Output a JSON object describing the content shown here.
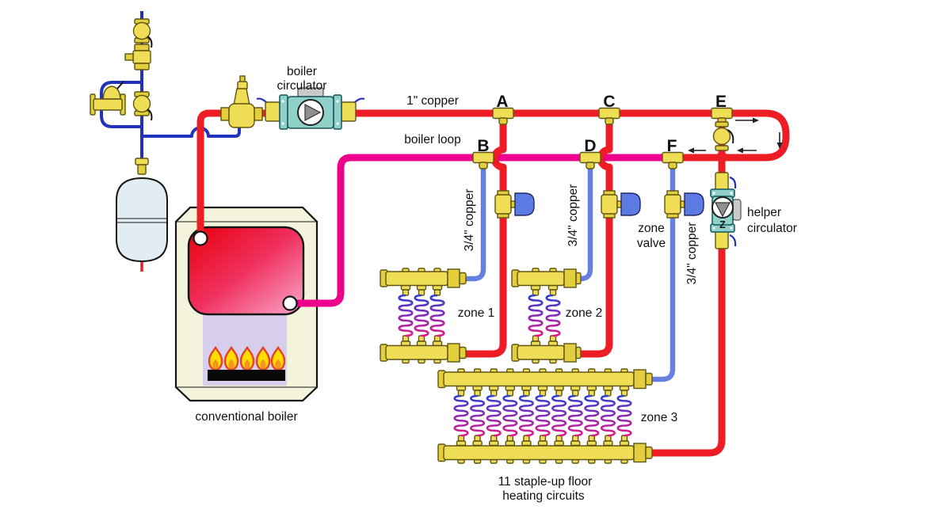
{
  "labels": {
    "boiler_circulator": [
      "boiler",
      "circulator"
    ],
    "helper_circulator": [
      "helper",
      "circulator"
    ],
    "zone_valve": [
      "zone",
      "valve"
    ],
    "staple_up": [
      "11 staple-up floor",
      "heating circuits"
    ],
    "pipe_main": "1\" copper",
    "boiler_loop": "boiler loop",
    "pipe_zone": "3/4\" copper",
    "conventional_boiler": "conventional boiler",
    "pump_marking": "Z",
    "points": {
      "a": "A",
      "b": "B",
      "c": "C",
      "d": "D",
      "e": "E",
      "f": "F"
    }
  },
  "zones": [
    {
      "label": "zone 1",
      "circuits": 3
    },
    {
      "label": "zone 2",
      "circuits": 2
    },
    {
      "label": "zone 3",
      "circuits": 11
    }
  ],
  "colors": {
    "supply_red": "#EE1C25",
    "boiler_loop_magenta": "#EC008C",
    "makeup_water_blue": "#2233BB",
    "zone_return_blue": "#6680E0",
    "brass_yellow": "#EFDE55",
    "pump_teal": "#8FD0C9",
    "boiler_casing_ivory": "#F4F4DC",
    "combustion_lavender": "#D7CEEC",
    "flame_yellow": "#FFDE00",
    "flame_orange": "#F7931E",
    "tank_light_blue": "#E2EDF3"
  }
}
